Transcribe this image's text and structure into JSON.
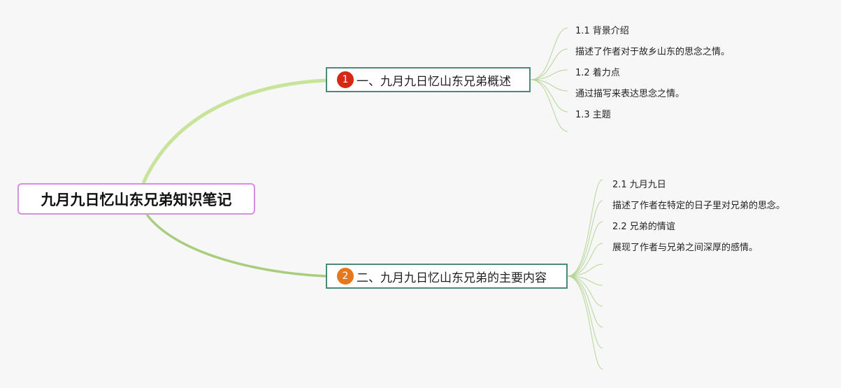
{
  "root": {
    "label": "九月九日忆山东兄弟知识笔记",
    "border_color": "#d58fe0"
  },
  "branches": [
    {
      "number": "1",
      "badge_color": "#d62814",
      "label": "一、九月九日忆山东兄弟概述",
      "leaves": [
        "1.1 背景介绍",
        "描述了作者对于故乡山东的思念之情。",
        "1.2 着力点",
        "通过描写来表达思念之情。",
        "1.3 主题"
      ]
    },
    {
      "number": "2",
      "badge_color": "#e8771c",
      "label": "二、九月九日忆山东兄弟的主要内容",
      "leaves": [
        "2.1 九月九日",
        "描述了作者在特定的日子里对兄弟的思念。",
        "2.2 兄弟的情谊",
        "展现了作者与兄弟之间深厚的感情。"
      ]
    }
  ],
  "colors": {
    "branch_border": "#4a8a7b",
    "link_main_1": "#c8e49a",
    "link_main_2": "#a7cd7d",
    "leaf_line": "#b5d697"
  }
}
